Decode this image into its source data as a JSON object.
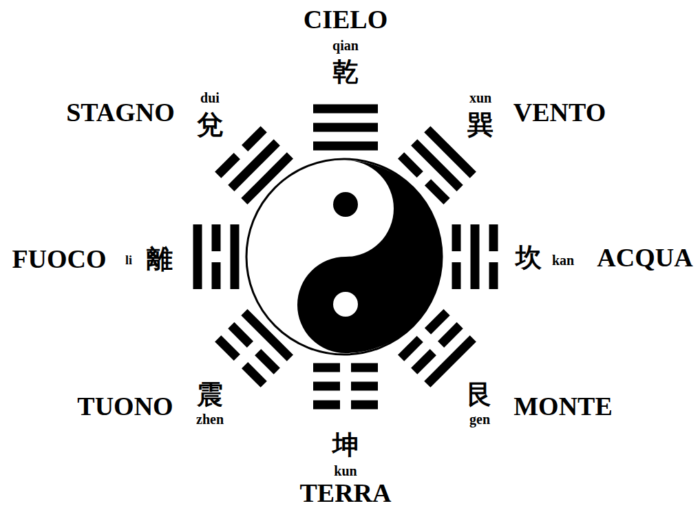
{
  "diagram": {
    "labels": [
      "CIELO",
      "qian",
      "乾",
      "dui",
      "xun",
      "STAGNO",
      "兌",
      "巽",
      "VENTO",
      "FUOCO",
      "li",
      "離",
      "坎",
      "kan",
      "ACQUA",
      "TUONO",
      "震",
      "艮",
      "MONTE",
      "zhen",
      "gen",
      "坤",
      "kun",
      "TERRA"
    ]
  }
}
